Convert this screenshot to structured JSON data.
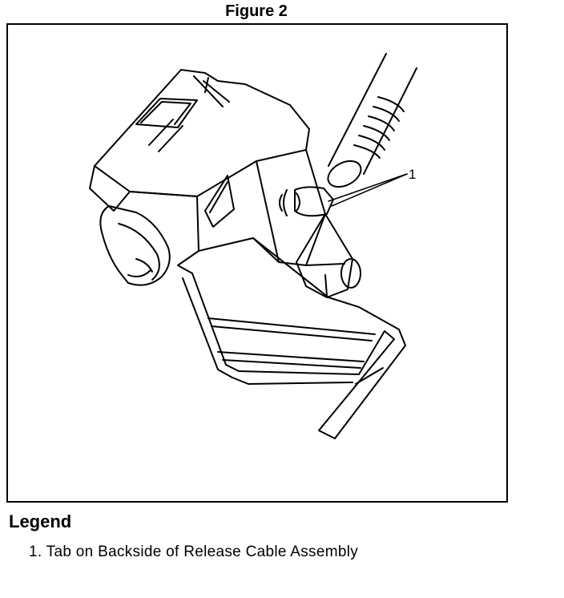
{
  "figure": {
    "title": "Figure 2",
    "callouts": [
      {
        "number": "1"
      }
    ]
  },
  "legend": {
    "heading": "Legend",
    "items": [
      {
        "text": "1. Tab on Backside of Release Cable Assembly"
      }
    ]
  }
}
